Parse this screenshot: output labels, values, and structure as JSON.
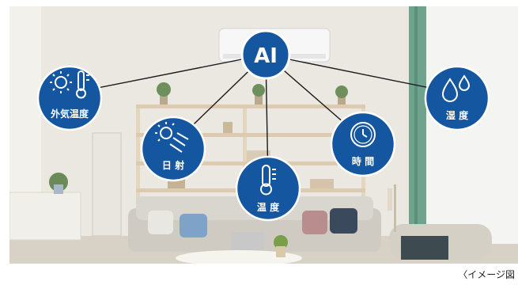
{
  "hub": {
    "label": "AI"
  },
  "nodes": [
    {
      "id": "outdoor-temp",
      "label": "外気温度",
      "icon": "sun-thermometer-icon"
    },
    {
      "id": "sunlight",
      "label": "日 射",
      "icon": "sun-rays-icon"
    },
    {
      "id": "temperature",
      "label": "温 度",
      "icon": "thermometer-icon"
    },
    {
      "id": "time",
      "label": "時 間",
      "icon": "clock-icon"
    },
    {
      "id": "humidity",
      "label": "湿 度",
      "icon": "water-drops-icon"
    }
  ],
  "caption": "〈イメージ図",
  "colors": {
    "node_fill": "#1456a0",
    "node_border": "#ffffff",
    "connector": "#1a1a1a",
    "wall": "#ece9e3"
  }
}
